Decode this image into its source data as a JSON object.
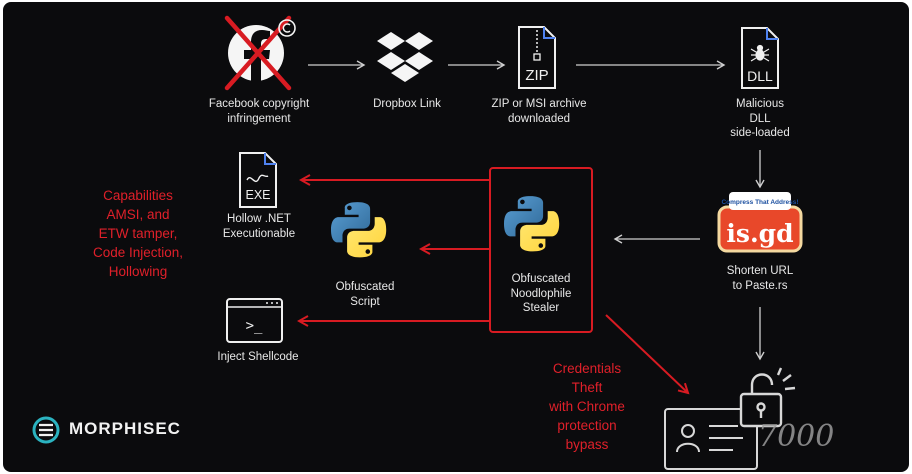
{
  "steps": {
    "facebook": "Facebook copyright\ninfringement",
    "dropbox": "Dropbox Link",
    "zip": "ZIP or MSI archive\ndownloaded",
    "dll": "Malicious\nDLL\nside-loaded",
    "isgd": "Shorten URL\nto Paste.rs",
    "stealer": "Obfuscated\nNoodlophile\nStealer",
    "script": "Obfuscated\nScript",
    "hollow": "Hollow .NET\nExecutionable",
    "shellcode": "Inject Shellcode"
  },
  "icon_text": {
    "zip": "ZIP",
    "dll": "DLL",
    "exe": "EXE",
    "terminal_prompt": ">_",
    "isgd_tagline": "Compress That Address!",
    "isgd_logo": "is.gd"
  },
  "annotations": {
    "capabilities": "Capabilities\nAMSI, and\nETW tamper,\nCode Injection,\nHollowing",
    "credentials": "Credentials\nTheft\nwith Chrome\nprotection\nbypass"
  },
  "brand": {
    "name": "MORPHISEC"
  },
  "watermark": "7000",
  "colors": {
    "background": "#0b0b0d",
    "accent_red": "#d81b22",
    "text": "#e8e8e8",
    "arrow_gray": "#cfcfcf"
  }
}
